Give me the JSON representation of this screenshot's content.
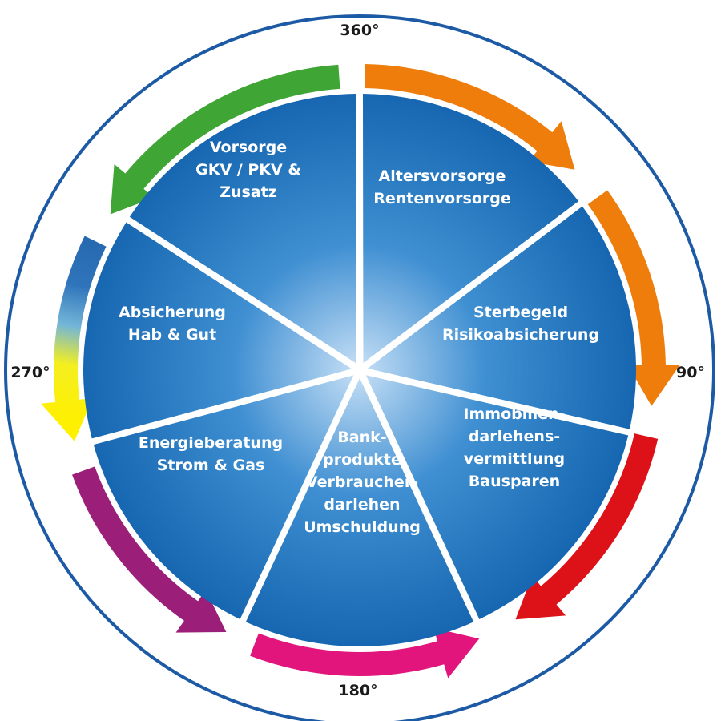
{
  "degree_labels": {
    "top": "360°",
    "right": "90°",
    "bottom": "180°",
    "left": "270°"
  },
  "segments": [
    {
      "id": "altersvorsorge",
      "lines": [
        "Altersvorsorge",
        "Rentenvorsorge"
      ],
      "arrow_color": "#ee7d0c"
    },
    {
      "id": "sterbegeld",
      "lines": [
        "Sterbegeld",
        "Risikoabsicherung"
      ],
      "arrow_color": "#ee7d0c"
    },
    {
      "id": "immobilien",
      "lines": [
        "Immobilien-",
        "darlehens-",
        "vermittlung",
        "Bausparen"
      ],
      "arrow_color": "#dd1118"
    },
    {
      "id": "bankprodukte",
      "lines": [
        "Bank-",
        "produkte",
        "Verbraucher-",
        "darlehen",
        "Umschuldung"
      ],
      "arrow_color": "#e2157d"
    },
    {
      "id": "energieberatung",
      "lines": [
        "Energieberatung",
        "Strom & Gas"
      ],
      "arrow_color": "#9b1f78"
    },
    {
      "id": "absicherung",
      "lines": [
        "Absicherung",
        "Hab & Gut"
      ],
      "arrow_color": "#1f5fa8"
    },
    {
      "id": "vorsorge",
      "lines": [
        "Vorsorge",
        "GKV / PKV &",
        "Zusatz"
      ],
      "arrow_color": "#3fa535"
    }
  ],
  "colors": {
    "segment_center": "#c7e0f6",
    "segment_mid": "#3f8fd2",
    "segment_edge": "#1565b0",
    "outer_ring": "#1d5aa5",
    "arrow_yellow": "#fff000"
  }
}
